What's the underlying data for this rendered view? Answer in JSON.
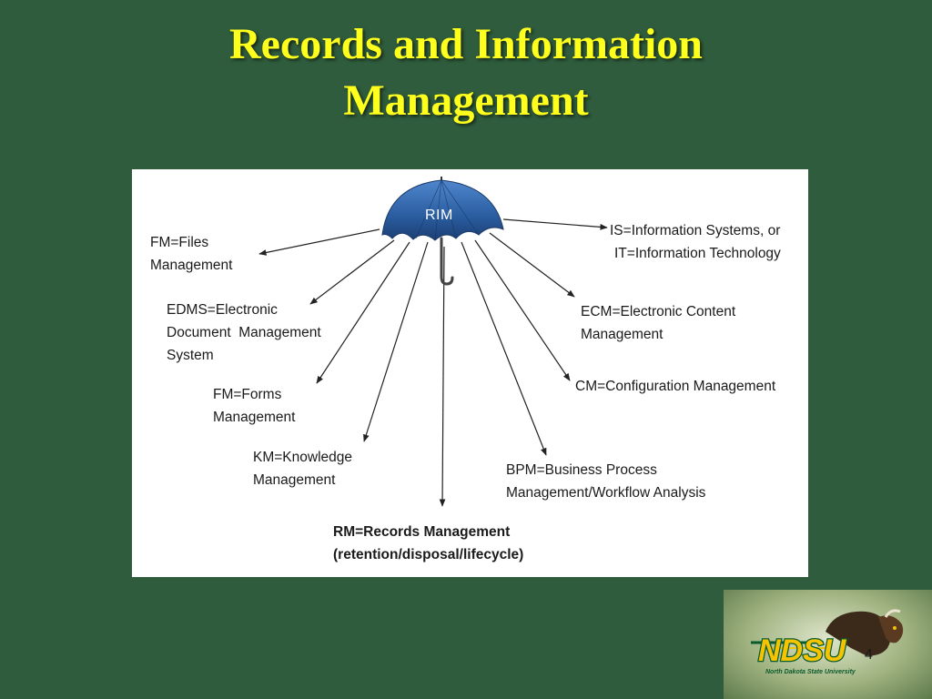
{
  "slide": {
    "title_line1": "Records and Information",
    "title_line2": "Management",
    "page_number": "4"
  },
  "diagram": {
    "hub_label": "RIM",
    "nodes": {
      "fm_files": [
        "FM=Files",
        "Management"
      ],
      "edms": [
        "EDMS=Electronic",
        "Document  Management",
        "System"
      ],
      "fm_forms": [
        "FM=Forms",
        "Management"
      ],
      "km": [
        "KM=Knowledge",
        "Management"
      ],
      "rm": [
        "RM=Records Management",
        "(retention/disposal/lifecycle)"
      ],
      "bpm": [
        "BPM=Business Process",
        "Management/Workflow Analysis"
      ],
      "cm": [
        "CM=Configuration Management"
      ],
      "ecm": [
        "ECM=Electronic Content",
        "Management"
      ],
      "is_it": [
        "IS=Information Systems, or",
        "IT=Information Technology"
      ]
    }
  },
  "logo": {
    "wordmark": "NDSU",
    "subtitle": "North Dakota State University"
  },
  "colors": {
    "background": "#2f5c3c",
    "title": "#ffff1e",
    "umbrella": "#2a5da0",
    "logo_gold": "#f5c300",
    "logo_green": "#0a5b2e"
  }
}
